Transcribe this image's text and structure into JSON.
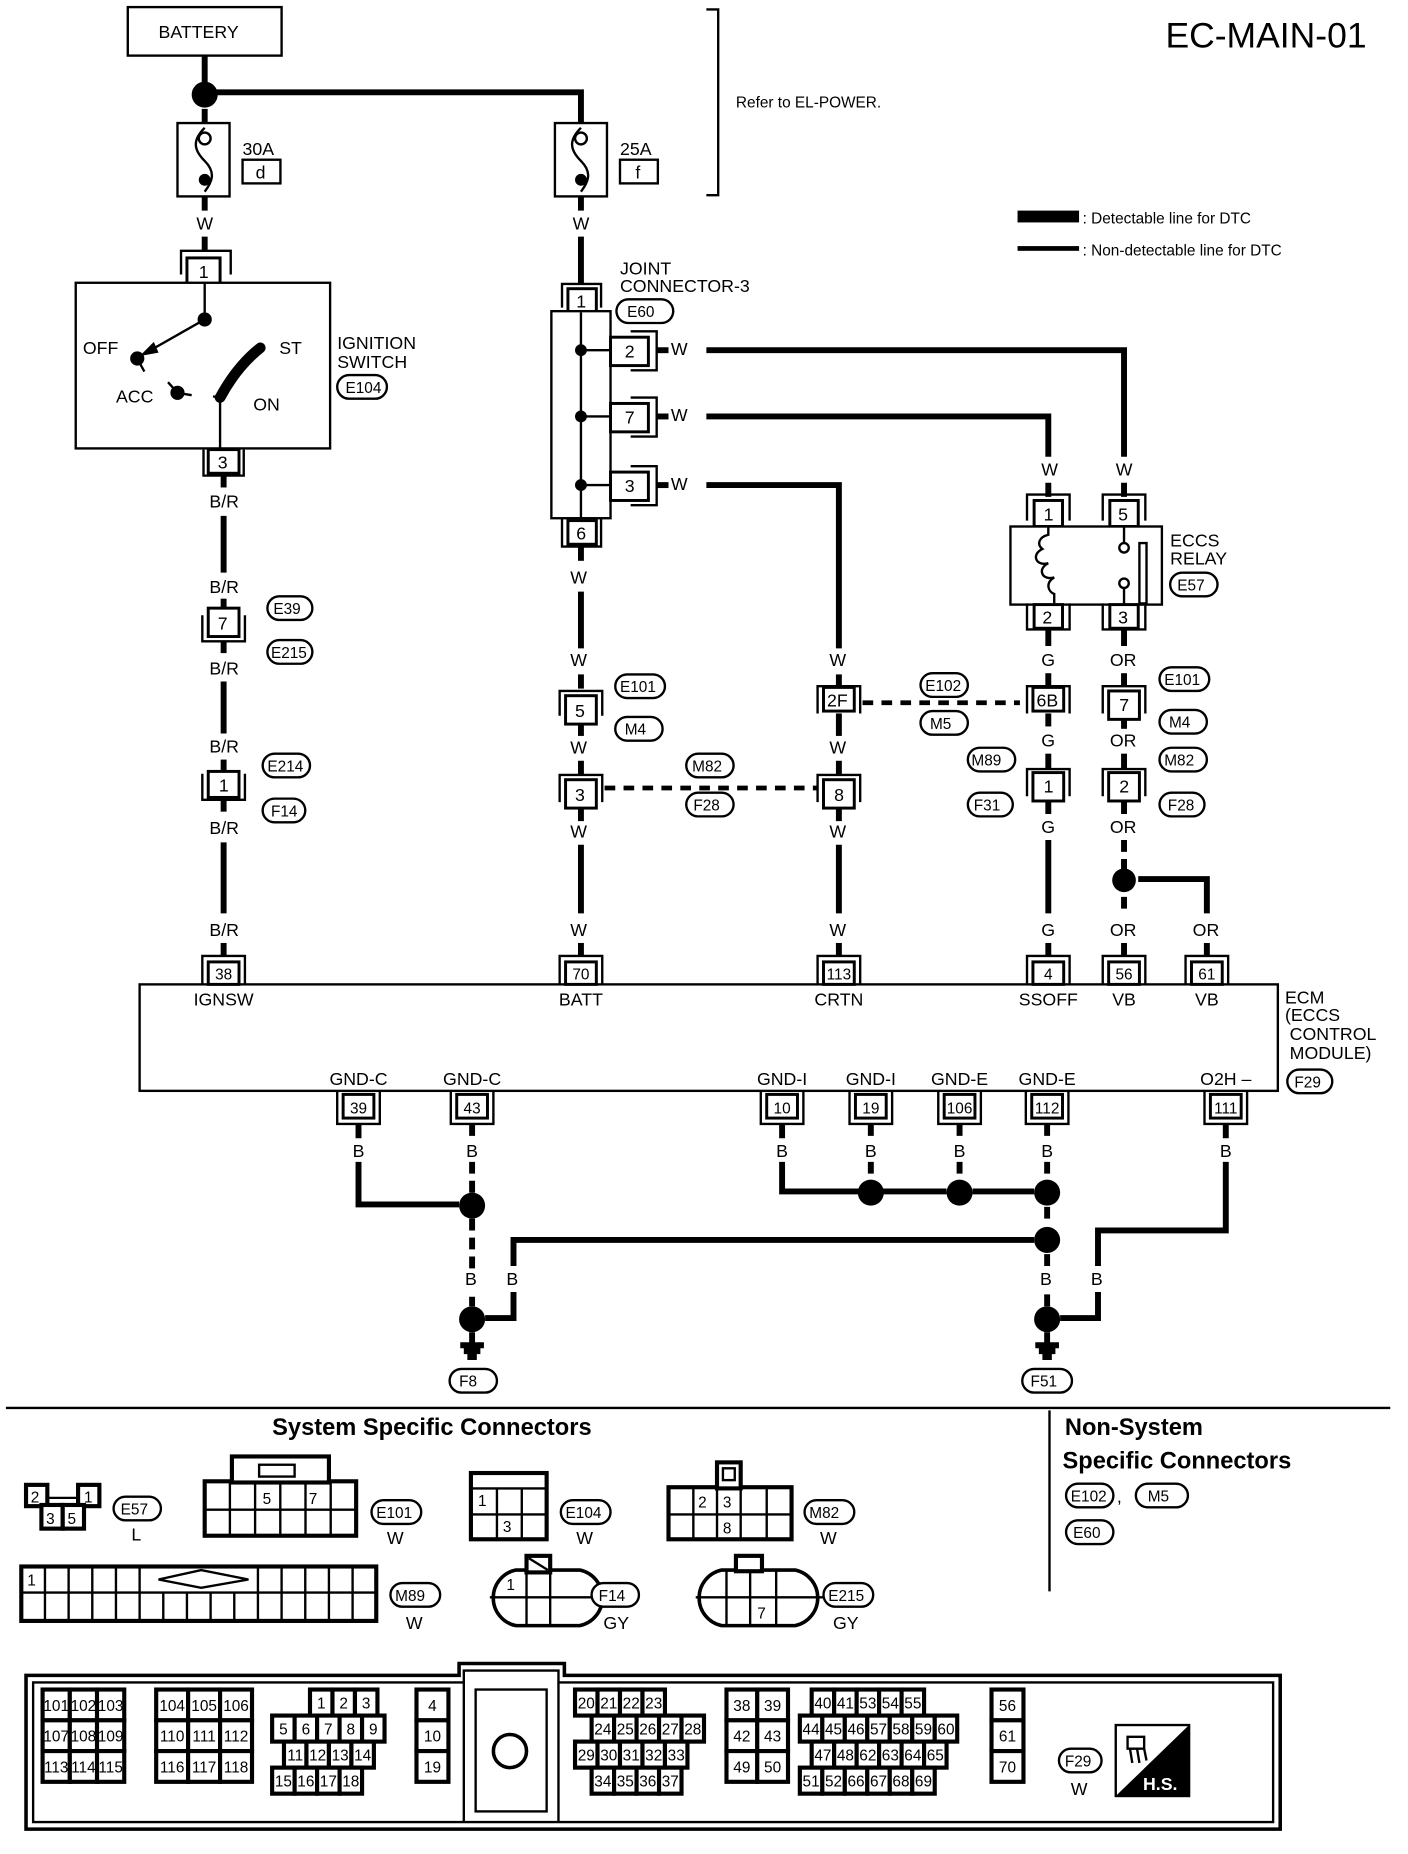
{
  "page": {
    "title": "EC-MAIN-01",
    "refer_note": "Refer to EL-POWER.",
    "legend": [
      {
        "style": "thick",
        "label": ": Detectable line for DTC"
      },
      {
        "style": "thin",
        "label": ": Non-detectable line for DTC"
      }
    ]
  },
  "battery": {
    "label": "BATTERY"
  },
  "fuses": [
    {
      "rating": "30A",
      "id": "d",
      "wire_out": "W"
    },
    {
      "rating": "25A",
      "id": "f",
      "wire_out": "W"
    }
  ],
  "ignition_switch": {
    "name_line1": "IGNITION",
    "name_line2": "SWITCH",
    "connector": "E104",
    "pin_in": "1",
    "pin_out": "3",
    "positions": [
      "OFF",
      "ACC",
      "ON",
      "ST"
    ],
    "wire_out": "B/R"
  },
  "joint_connector": {
    "name_line1": "JOINT",
    "name_line2": "CONNECTOR-3",
    "connector": "E60",
    "pin_in": "1",
    "pins_side": [
      "2",
      "7",
      "3"
    ],
    "pin_out": "6",
    "side_wires": [
      "W",
      "W",
      "W"
    ],
    "wire_out": "W"
  },
  "eccs_relay": {
    "name_line1": "ECCS",
    "name_line2": "RELAY",
    "connector": "E57",
    "pins_top": [
      "1",
      "5"
    ],
    "pins_bottom": [
      "2",
      "3"
    ],
    "wires_in": [
      "W",
      "W"
    ],
    "wires_out": [
      "G",
      "OR"
    ]
  },
  "inline_connectors": {
    "col1_a": {
      "pin": "7",
      "top": "E39",
      "bottom": "E215",
      "wire_above": "B/R",
      "wire_below": "B/R"
    },
    "col1_b": {
      "pin": "1",
      "top": "E214",
      "bottom": "F14",
      "wire_above": "B/R",
      "wire_below": "B/R"
    },
    "col2_a": {
      "pin": "5",
      "top": "E101",
      "bottom": "M4",
      "wire_above": "W",
      "wire_below": "W"
    },
    "col2_b": {
      "pin": "3",
      "wire_below": "W"
    },
    "col3_a": {
      "pin": "2F",
      "wire_above": "W",
      "wire_below": "W"
    },
    "col3_b": {
      "pin": "8",
      "wire_below": "W"
    },
    "dash1": {
      "top": "M82",
      "bottom": "F28"
    },
    "dash2": {
      "top": "E102",
      "bottom": "M5"
    },
    "col4_a": {
      "pin": "6B",
      "wire_below": "G"
    },
    "col4_b": {
      "pin": "1",
      "top": "M89",
      "bottom": "F31",
      "wire_below": "G"
    },
    "col5_a": {
      "pin": "7",
      "top": "E101",
      "bottom": "M4",
      "wire_below": "OR"
    },
    "col5_b": {
      "pin": "2",
      "top": "M82",
      "bottom": "F28",
      "wire_below": "OR"
    },
    "vb2_wire": "OR"
  },
  "ecm": {
    "name_lines": [
      "ECM",
      "(ECCS",
      "CONTROL",
      "MODULE)"
    ],
    "connector": "F29",
    "top_pins": [
      {
        "pin": "38",
        "signal": "IGNSW",
        "wire": "B/R"
      },
      {
        "pin": "70",
        "signal": "BATT",
        "wire": "W"
      },
      {
        "pin": "113",
        "signal": "CRTN",
        "wire": "W"
      },
      {
        "pin": "4",
        "signal": "SSOFF",
        "wire": "G"
      },
      {
        "pin": "56",
        "signal": "VB",
        "wire": "OR"
      },
      {
        "pin": "61",
        "signal": "VB",
        "wire": "OR"
      }
    ],
    "bottom_pins": [
      {
        "pin": "39",
        "signal": "GND-C",
        "wire": "B"
      },
      {
        "pin": "43",
        "signal": "GND-C",
        "wire": "B"
      },
      {
        "pin": "10",
        "signal": "GND-I",
        "wire": "B"
      },
      {
        "pin": "19",
        "signal": "GND-I",
        "wire": "B"
      },
      {
        "pin": "106",
        "signal": "GND-E",
        "wire": "B"
      },
      {
        "pin": "112",
        "signal": "GND-E",
        "wire": "B"
      },
      {
        "pin": "111",
        "signal": "O2H –",
        "wire": "B"
      }
    ]
  },
  "grounds": [
    {
      "id": "F8",
      "wire_a": "B",
      "wire_b": "B"
    },
    {
      "id": "F51",
      "wire_a": "B",
      "wire_b": "B"
    }
  ],
  "system_connectors": {
    "heading": "System Specific Connectors",
    "items": [
      {
        "id": "E57",
        "color": "L",
        "pins": [
          "2",
          "1",
          "3",
          "5"
        ]
      },
      {
        "id": "E101",
        "color": "W",
        "pins": [
          "5",
          "7"
        ]
      },
      {
        "id": "E104",
        "color": "W",
        "pins": [
          "1",
          "3"
        ]
      },
      {
        "id": "M82",
        "color": "W",
        "pins": [
          "2",
          "3",
          "8"
        ]
      },
      {
        "id": "M89",
        "color": "W",
        "pins": [
          "1"
        ]
      },
      {
        "id": "F14",
        "color": "GY",
        "pins": [
          "1"
        ]
      },
      {
        "id": "E215",
        "color": "GY",
        "pins": [
          "7"
        ]
      },
      {
        "id": "F29",
        "color": "W",
        "pins": []
      }
    ]
  },
  "non_system_connectors": {
    "heading_line1": "Non-System",
    "heading_line2": "Specific Connectors",
    "items": [
      "E102",
      "M5",
      "E60"
    ],
    "separator": ","
  },
  "ecm_connector_pins": {
    "block_a": [
      [
        "101",
        "102",
        "103"
      ],
      [
        "107",
        "108",
        "109"
      ],
      [
        "113",
        "114",
        "115"
      ]
    ],
    "block_b": [
      [
        "104",
        "105",
        "106"
      ],
      [
        "110",
        "111",
        "112"
      ],
      [
        "116",
        "117",
        "118"
      ]
    ],
    "block_c": [
      [
        "1",
        "2",
        "3"
      ],
      [
        "5",
        "6",
        "7",
        "8",
        "9"
      ],
      [
        "11",
        "12",
        "13",
        "14"
      ],
      [
        "15",
        "16",
        "17",
        "18"
      ]
    ],
    "block_d": [
      "4",
      "10",
      "19"
    ],
    "block_e": [
      [
        "20",
        "21",
        "22",
        "23"
      ],
      [
        "24",
        "25",
        "26",
        "27",
        "28"
      ],
      [
        "29",
        "30",
        "31",
        "32",
        "33"
      ],
      [
        "34",
        "35",
        "36",
        "37"
      ]
    ],
    "block_f": [
      [
        "38",
        "39"
      ],
      [
        "42",
        "43"
      ],
      [
        "49",
        "50"
      ]
    ],
    "block_g": [
      [
        "40",
        "41",
        "53",
        "54",
        "55"
      ],
      [
        "44",
        "45",
        "46",
        "57",
        "58",
        "59",
        "60"
      ],
      [
        "47",
        "48",
        "62",
        "63",
        "64",
        "65"
      ],
      [
        "51",
        "52",
        "66",
        "67",
        "68",
        "69"
      ]
    ],
    "block_h": [
      "56",
      "61",
      "70"
    ]
  },
  "hs_badge": {
    "label": "H.S."
  }
}
